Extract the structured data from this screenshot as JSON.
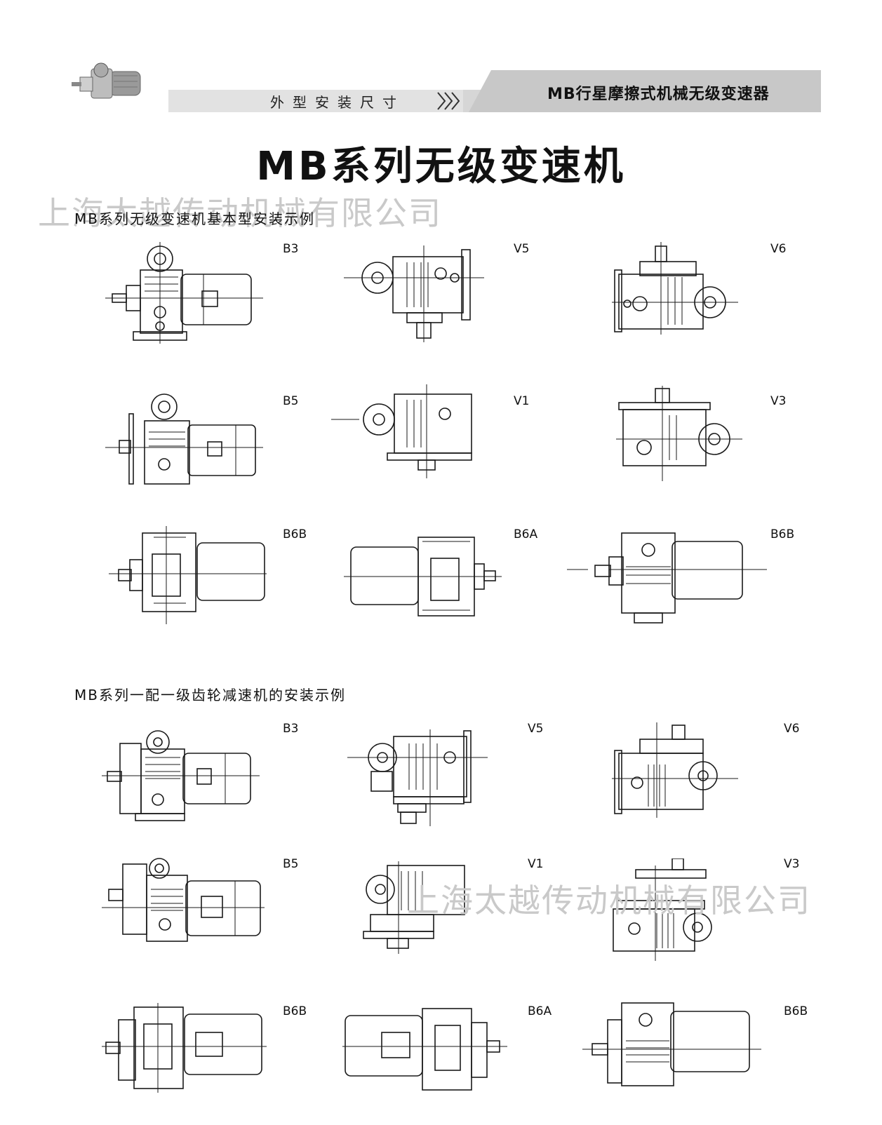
{
  "header": {
    "section_label": "外型安装尺寸",
    "brand_title": "MB行星摩擦式机械无级变速器"
  },
  "main_title": "MB系列无级变速机",
  "watermark": {
    "top": "上海太越传动机械有限公司",
    "bottom": "上海太越传动机械有限公司"
  },
  "section1": {
    "title": "MB系列无级变速机基本型安装示例",
    "codes": [
      "B3",
      "V5",
      "V6",
      "B5",
      "V1",
      "V3",
      "B6B",
      "B6A",
      "B6B"
    ]
  },
  "section2": {
    "title": "MB系列一配一级齿轮减速机的安装示例",
    "codes": [
      "B3",
      "V5",
      "V6",
      "B5",
      "V1",
      "V3",
      "B6B",
      "B6A",
      "B6B"
    ]
  }
}
